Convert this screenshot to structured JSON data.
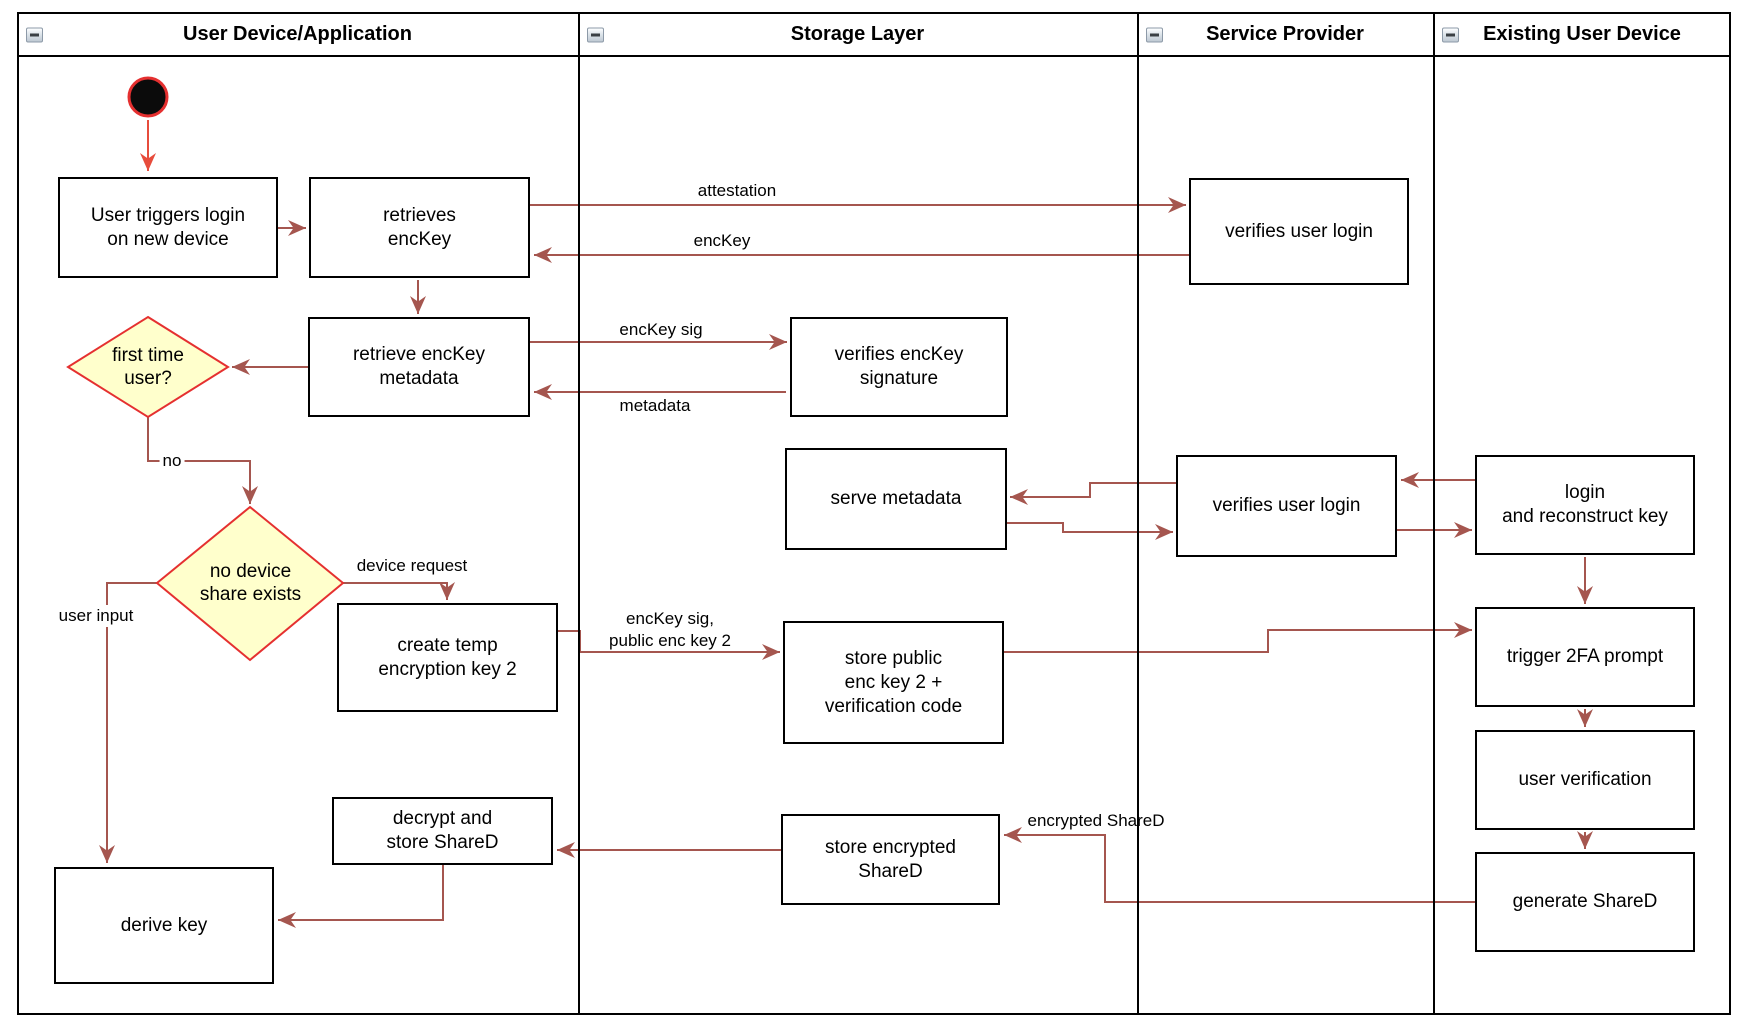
{
  "diagram": {
    "lanes": [
      {
        "id": "user-device",
        "title": "User Device/Application"
      },
      {
        "id": "storage-layer",
        "title": "Storage Layer"
      },
      {
        "id": "service-provider",
        "title": "Service Provider"
      },
      {
        "id": "existing-user-device",
        "title": "Existing User Device"
      }
    ],
    "nodes": [
      {
        "id": "user-triggers-login",
        "kind": "box",
        "lines": [
          "User triggers login",
          "on new device"
        ]
      },
      {
        "id": "retrieves-enckey",
        "kind": "box",
        "lines": [
          "retrieves",
          "encKey"
        ]
      },
      {
        "id": "retrieve-enckey-metadata",
        "kind": "box",
        "lines": [
          "retrieve encKey",
          "metadata"
        ]
      },
      {
        "id": "first-time-user",
        "kind": "diamond",
        "lines": [
          "first time",
          "user?"
        ]
      },
      {
        "id": "no-device-share-exists",
        "kind": "diamond",
        "lines": [
          "no device",
          "share exists"
        ]
      },
      {
        "id": "create-temp-encryption-key-2",
        "kind": "box",
        "lines": [
          "create temp",
          "encryption key 2"
        ]
      },
      {
        "id": "decrypt-and-store-shared",
        "kind": "box",
        "lines": [
          "decrypt and",
          "store ShareD"
        ]
      },
      {
        "id": "derive-key",
        "kind": "box",
        "lines": [
          "derive key"
        ]
      },
      {
        "id": "verifies-enckey-signature",
        "kind": "box",
        "lines": [
          "verifies encKey",
          "signature"
        ]
      },
      {
        "id": "serve-metadata",
        "kind": "box",
        "lines": [
          "serve metadata"
        ]
      },
      {
        "id": "store-public-enc-key-2",
        "kind": "box",
        "lines": [
          "store public",
          "enc key 2 +",
          "verification code"
        ]
      },
      {
        "id": "store-encrypted-shared",
        "kind": "box",
        "lines": [
          "store encrypted",
          "ShareD"
        ]
      },
      {
        "id": "verifies-user-login-top",
        "kind": "box",
        "lines": [
          "verifies user login"
        ]
      },
      {
        "id": "verifies-user-login-mid",
        "kind": "box",
        "lines": [
          "verifies user login"
        ]
      },
      {
        "id": "login-and-reconstruct-key",
        "kind": "box",
        "lines": [
          "login",
          "and reconstruct key"
        ]
      },
      {
        "id": "trigger-2fa-prompt",
        "kind": "box",
        "lines": [
          "trigger 2FA prompt"
        ]
      },
      {
        "id": "user-verification",
        "kind": "box",
        "lines": [
          "user verification"
        ]
      },
      {
        "id": "generate-shared",
        "kind": "box",
        "lines": [
          "generate ShareD"
        ]
      }
    ],
    "edge_labels": [
      {
        "id": "attestation",
        "lines": [
          "attestation"
        ]
      },
      {
        "id": "enckey",
        "lines": [
          "encKey"
        ]
      },
      {
        "id": "enckey-sig",
        "lines": [
          "encKey sig"
        ]
      },
      {
        "id": "metadata",
        "lines": [
          "metadata"
        ]
      },
      {
        "id": "no",
        "lines": [
          "no"
        ]
      },
      {
        "id": "device-request",
        "lines": [
          "device request"
        ]
      },
      {
        "id": "user-input",
        "lines": [
          "user input"
        ]
      },
      {
        "id": "enckey-sig-public-enc-key-2",
        "lines": [
          "encKey sig,",
          "public enc key 2"
        ]
      },
      {
        "id": "encrypted-shared",
        "lines": [
          "encrypted ShareD"
        ]
      }
    ],
    "colors": {
      "connector": "#a5564f",
      "start_arrow": "#e74c3c",
      "decision_border": "#e53030",
      "decision_fill": "#ffffcc",
      "start_fill": "#0b0b0b",
      "line": "#000000"
    }
  }
}
